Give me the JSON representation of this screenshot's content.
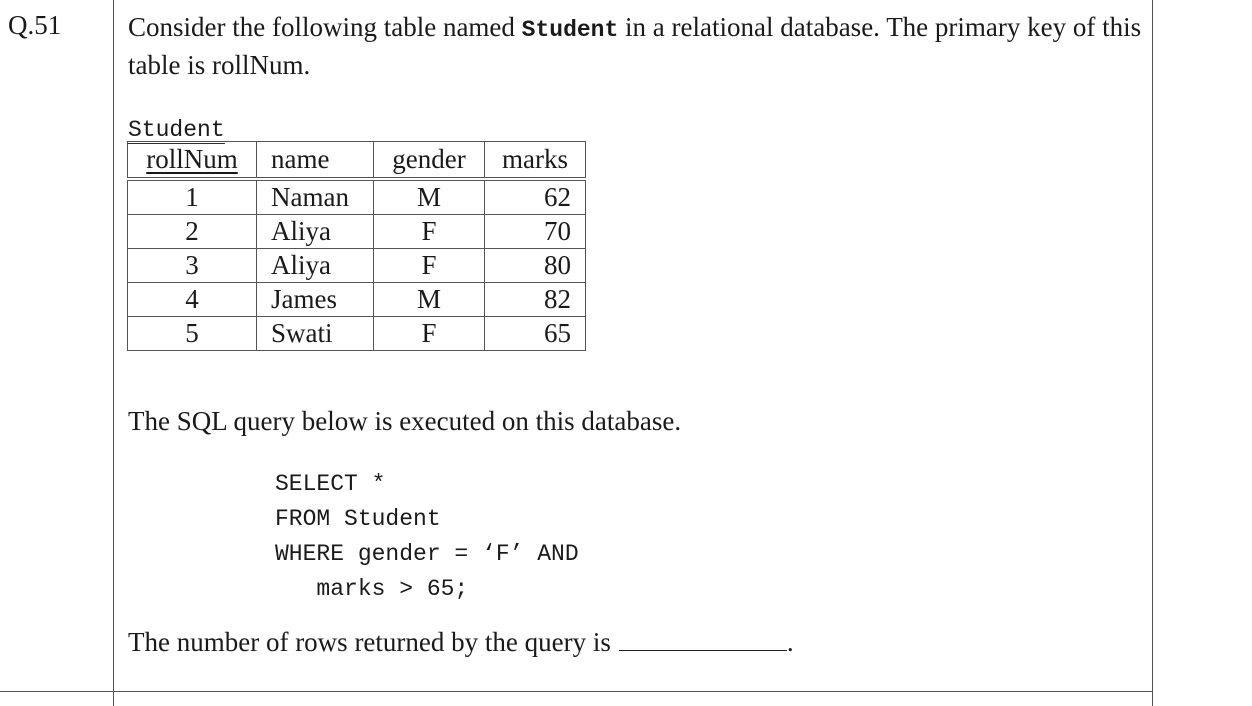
{
  "question": {
    "number": "Q.51",
    "intro_part1": "Consider the following table named ",
    "table_name_inline": "Student",
    "intro_part2": " in a relational database. The primary key of this table is rollNum.",
    "table": {
      "caption": "Student",
      "columns": [
        "rollNum",
        "name",
        "gender",
        "marks"
      ],
      "rows": [
        [
          "1",
          "Naman",
          "M",
          "62"
        ],
        [
          "2",
          "Aliya",
          "F",
          "70"
        ],
        [
          "3",
          "Aliya",
          "F",
          "80"
        ],
        [
          "4",
          "James",
          "M",
          "82"
        ],
        [
          "5",
          "Swati",
          "F",
          "65"
        ]
      ]
    },
    "query_intro": "The SQL query below is executed on this database.",
    "query_lines": [
      "SELECT *",
      "FROM Student",
      "WHERE gender = ‘F’ AND",
      "   marks > 65;"
    ],
    "answer_prompt": "The number of rows returned by the query is",
    "answer_suffix": "."
  }
}
